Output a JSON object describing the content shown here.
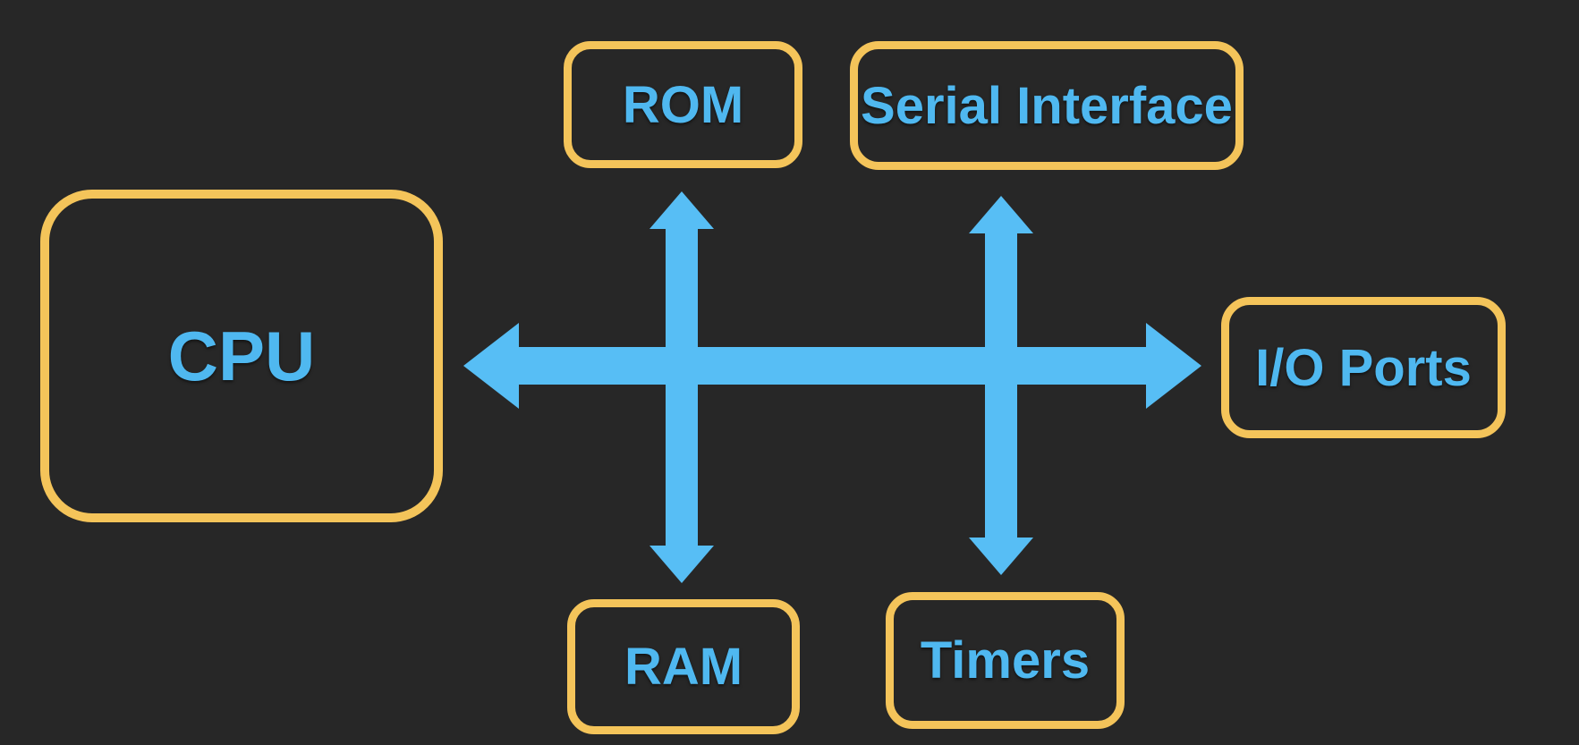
{
  "diagram": {
    "nodes": [
      {
        "id": "cpu",
        "label": "CPU"
      },
      {
        "id": "rom",
        "label": "ROM"
      },
      {
        "id": "serial",
        "label": "Serial Interface"
      },
      {
        "id": "io",
        "label": "I/O Ports"
      },
      {
        "id": "ram",
        "label": "RAM"
      },
      {
        "id": "timers",
        "label": "Timers"
      }
    ],
    "connections": [
      {
        "from": "cpu",
        "to": "io",
        "type": "bidirectional",
        "orientation": "horizontal-bus"
      },
      {
        "from": "rom",
        "to": "ram",
        "type": "bidirectional",
        "orientation": "vertical-crossing-bus"
      },
      {
        "from": "serial",
        "to": "timers",
        "type": "bidirectional",
        "orientation": "vertical-crossing-bus"
      }
    ],
    "colors": {
      "background": "#272727",
      "box_border": "#F4C45A",
      "text": "#4FB8F0",
      "arrow": "#57BEF5"
    }
  }
}
